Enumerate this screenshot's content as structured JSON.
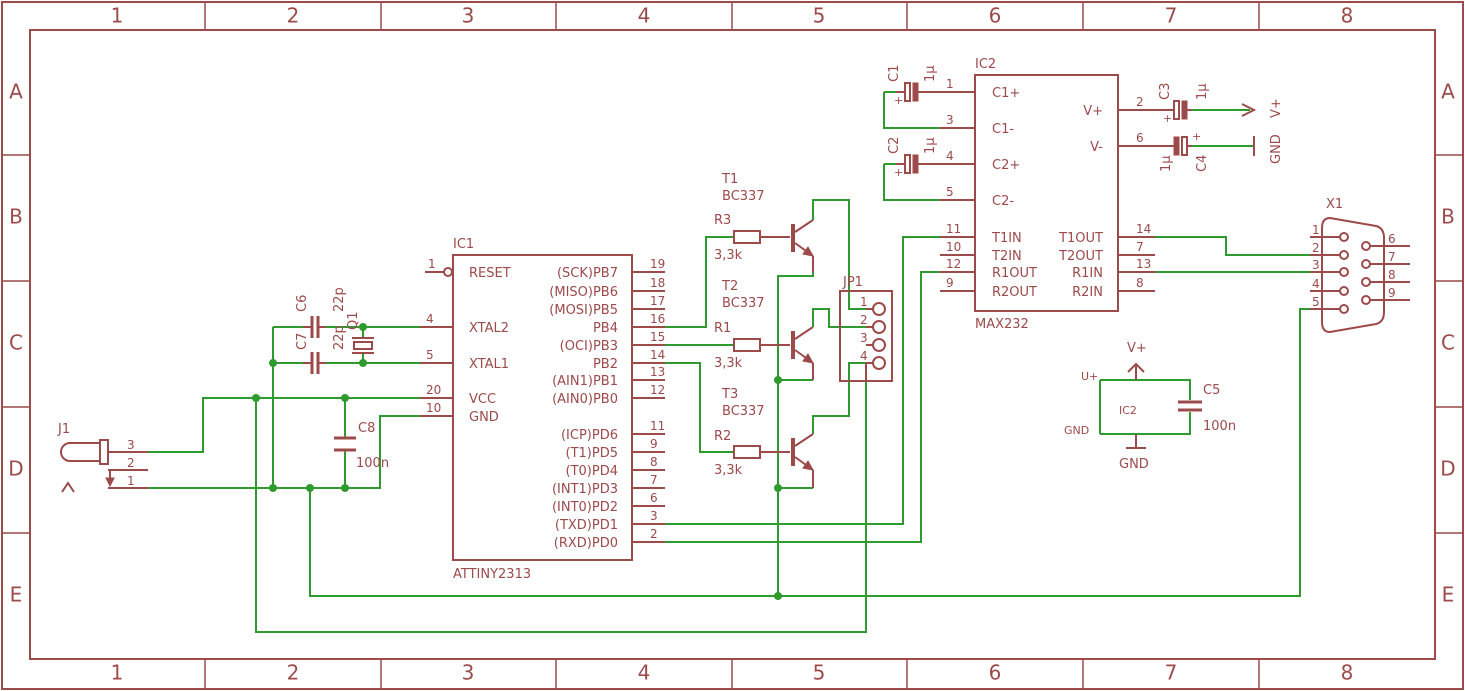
{
  "frame": {
    "columns": [
      "1",
      "2",
      "3",
      "4",
      "5",
      "6",
      "7",
      "8"
    ],
    "rows": [
      "A",
      "B",
      "C",
      "D",
      "E"
    ]
  },
  "ic1": {
    "name": "IC1",
    "part": "ATTINY2313",
    "left": [
      {
        "pin": "1",
        "label": "RESET"
      },
      {
        "pin": "4",
        "label": "XTAL2"
      },
      {
        "pin": "5",
        "label": "XTAL1"
      },
      {
        "pin": "20",
        "label": "VCC"
      },
      {
        "pin": "10",
        "label": "GND"
      }
    ],
    "right": [
      {
        "pin": "19",
        "label": "(SCK)PB7"
      },
      {
        "pin": "18",
        "label": "(MISO)PB6"
      },
      {
        "pin": "17",
        "label": "(MOSI)PB5"
      },
      {
        "pin": "16",
        "label": "PB4"
      },
      {
        "pin": "15",
        "label": "(OCI)PB3"
      },
      {
        "pin": "14",
        "label": "PB2"
      },
      {
        "pin": "13",
        "label": "(AIN1)PB1"
      },
      {
        "pin": "12",
        "label": "(AIN0)PB0"
      },
      {
        "pin": "11",
        "label": "(ICP)PD6"
      },
      {
        "pin": "9",
        "label": "(T1)PD5"
      },
      {
        "pin": "8",
        "label": "(T0)PD4"
      },
      {
        "pin": "7",
        "label": "(INT1)PD3"
      },
      {
        "pin": "6",
        "label": "(INT0)PD2"
      },
      {
        "pin": "3",
        "label": "(TXD)PD1"
      },
      {
        "pin": "2",
        "label": "(RXD)PD0"
      }
    ]
  },
  "ic2": {
    "name": "IC2",
    "part": "MAX232",
    "left": [
      {
        "pin": "1",
        "label": "C1+"
      },
      {
        "pin": "3",
        "label": "C1-"
      },
      {
        "pin": "4",
        "label": "C2+"
      },
      {
        "pin": "5",
        "label": "C2-"
      },
      {
        "pin": "11",
        "label": "T1IN"
      },
      {
        "pin": "10",
        "label": "T2IN"
      },
      {
        "pin": "12",
        "label": "R1OUT"
      },
      {
        "pin": "9",
        "label": "R2OUT"
      }
    ],
    "right": [
      {
        "pin": "2",
        "label": "V+"
      },
      {
        "pin": "6",
        "label": "V-"
      },
      {
        "pin": "14",
        "label": "T1OUT"
      },
      {
        "pin": "7",
        "label": "T2OUT"
      },
      {
        "pin": "13",
        "label": "R1IN"
      },
      {
        "pin": "8",
        "label": "R2IN"
      }
    ]
  },
  "caps": {
    "c1": {
      "name": "C1",
      "value": "1µ"
    },
    "c2": {
      "name": "C2",
      "value": "1µ"
    },
    "c3": {
      "name": "C3",
      "value": "1µ"
    },
    "c4": {
      "name": "C4",
      "value": "1µ"
    },
    "c5": {
      "name": "C5",
      "value": "100n"
    },
    "c6": {
      "name": "C6",
      "value": "22p"
    },
    "c7": {
      "name": "C7",
      "value": "22p"
    },
    "c8": {
      "name": "C8",
      "value": "100n"
    },
    "plus": "+"
  },
  "crystal": {
    "name": "Q1"
  },
  "transistors": {
    "t1": {
      "name": "T1",
      "part": "BC337"
    },
    "t2": {
      "name": "T2",
      "part": "BC337"
    },
    "t3": {
      "name": "T3",
      "part": "BC337"
    }
  },
  "resistors": {
    "r1": {
      "name": "R1",
      "value": "3,3k"
    },
    "r2": {
      "name": "R2",
      "value": "3,3k"
    },
    "r3": {
      "name": "R3",
      "value": "3,3k"
    }
  },
  "jp1": {
    "name": "JP1",
    "pins": [
      "1",
      "2",
      "3",
      "4"
    ]
  },
  "j1": {
    "name": "J1",
    "pins": [
      "3",
      "2",
      "1"
    ]
  },
  "x1": {
    "name": "X1",
    "pins_a": [
      "1",
      "2",
      "3",
      "4",
      "5"
    ],
    "pins_b": [
      "6",
      "7",
      "8",
      "9"
    ]
  },
  "power": {
    "vplus": "V+",
    "gnd": "GND",
    "uplus": "U+",
    "ic2_ref": "IC2"
  }
}
